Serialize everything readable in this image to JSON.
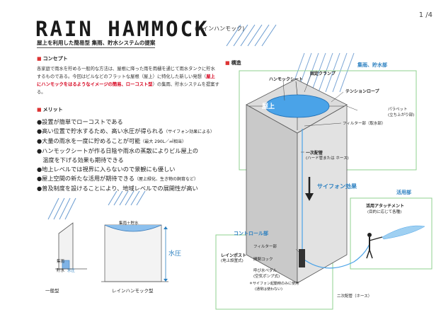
{
  "page_number": "1 /4",
  "title": "RAIN HAMMOCK",
  "title_sub": "(レインハンモック)",
  "subtitle": "屋上を利用した簡易型 集雨、貯水システムの提案",
  "concept": {
    "heading": "コンセプト",
    "text_1": "各家庭で雨水を貯める一般的な方法は、屋根に降った雨を雨樋を通じて雨水タンクに貯水するものである。今回はビルなどのフラットな屋根（屋上）に特化した新しい発想（",
    "text_red": "屋上にハンモックをはるようなイメージの簡易、ローコスト型",
    "text_2": "）の集雨、貯水システムを提案する。"
  },
  "merit": {
    "heading": "メリット",
    "items": [
      {
        "text": "●設置が簡単でローコストである",
        "note": ""
      },
      {
        "text": "●高い位置で貯水するため、高い水圧が得られる",
        "note": "（サイフォン効果による）"
      },
      {
        "text": "●大量の雨水を一度に貯めることが可能",
        "note": "（最大 290L／㎡相当）"
      },
      {
        "text": "●ハンモックシートが作る日陰や雨水の蒸散によりビル屋上の",
        "note": ""
      },
      {
        "text": "　温度を下げる効果も期待できる",
        "note": ""
      },
      {
        "text": "●地上レベルでは視界に入らないので景観にも優しい",
        "note": ""
      },
      {
        "text": "●屋上空間の新たな活用が期待できる",
        "note": "（屋上緑化、生き物の飼育など）"
      },
      {
        "text": "●普及制度を設けることにより、地域レベルでの展開性が高い",
        "note": ""
      }
    ]
  },
  "small_diagram": {
    "label_general": "一般型",
    "label_rain": "レインハンモック型",
    "label_collect_store": "集雨＋貯水",
    "label_pressure": "水圧",
    "label_collect": "集雨",
    "label_store": "貯水",
    "label_pressure_small": "水圧"
  },
  "structure": {
    "heading": "構造",
    "zone_collect": "集雨、貯水部",
    "zone_control": "コントロール部",
    "zone_use": "活用部",
    "hammock_sheet": "ハンモックシート",
    "fixing_clamp": "固定クランプ",
    "tension_rope": "テンションロープ",
    "rooftop": "屋上",
    "parapet": "パラペット",
    "parapet_note": "(立ち上がり部)",
    "filter_intake": "フィルター部（取水部）",
    "primary_pipe": "一次配管",
    "primary_pipe_note": "(ハード管または ホース)",
    "siphon": "サイフォン効果",
    "attachment": "活用アタッチメント",
    "attachment_note": "(目的に応じて各種)",
    "rain_post": "レインポスト",
    "rain_post_note": "(地上設置式)",
    "filter_part": "フィルター部",
    "ball_cock": "開閉コック",
    "priming_pedal": "呼び水ペダル",
    "priming_note": "(空気ポンプ式)",
    "siphon_note": "＊サイフォン起動時のみに使用",
    "siphon_note_2": "(通常は使わない)",
    "secondary_pipe": "二次配管（ホース）"
  },
  "colors": {
    "accent_red": "#d6001c",
    "accent_blue": "#2a7fc0",
    "zone_green": "#8fd18f"
  }
}
